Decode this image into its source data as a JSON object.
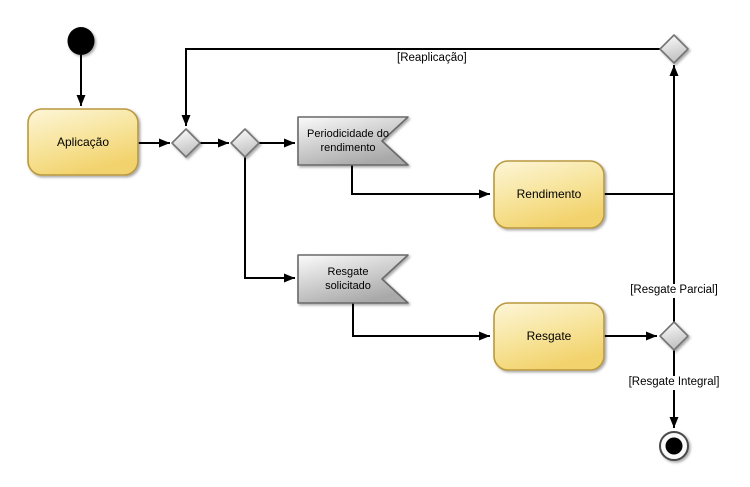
{
  "diagram": {
    "type": "uml-activity-diagram",
    "language": "pt-BR",
    "nodes": {
      "initial": {
        "type": "initial-node"
      },
      "aplicacao": {
        "type": "action",
        "label": "Aplicação"
      },
      "merge_decision_1": {
        "type": "decision"
      },
      "decision_2": {
        "type": "decision"
      },
      "periodicidade_rendimento": {
        "type": "signal-receipt",
        "label": "Periodicidade do rendimento"
      },
      "rendimento": {
        "type": "action",
        "label": "Rendimento"
      },
      "resgate_solicitado": {
        "type": "signal-receipt",
        "label": "Resgate solicitado"
      },
      "resgate": {
        "type": "action",
        "label": "Resgate"
      },
      "decision_top_right": {
        "type": "decision"
      },
      "decision_bottom_right": {
        "type": "decision"
      },
      "final": {
        "type": "activity-final-node"
      }
    },
    "edge_labels": {
      "reaplicacao": "[Reaplicação]",
      "resgate_parcial": "[Resgate Parcial]",
      "resgate_integral": "[Resgate Integral]"
    },
    "colors": {
      "action_fill_light": "#FDF6D8",
      "action_fill_mid": "#F7E49C",
      "action_fill_dark": "#F2D26C",
      "action_border": "#B9983F",
      "signal_fill_light": "#FBFBFB",
      "signal_fill_dark": "#A9A9A9",
      "signal_border": "#696969",
      "decision_fill_light": "#FFFFFF",
      "decision_fill_dark": "#C2C2C2",
      "decision_border": "#757575",
      "edge_color": "#000000",
      "text_color": "#000000",
      "background": "#FFFFFF"
    }
  }
}
